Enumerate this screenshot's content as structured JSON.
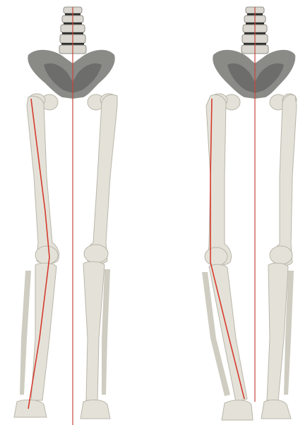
{
  "image": {
    "subject": "skeleton-lower-limbs",
    "panels": [
      {
        "id": "left",
        "posture": "neutral",
        "accent_line_color": "#d63b2f"
      },
      {
        "id": "right",
        "posture": "varus",
        "accent_line_color": "#d63b2f"
      }
    ]
  },
  "colors": {
    "background": "#ffffff",
    "bone": "#e4e2d8",
    "bone_outline": "#b9b6aa",
    "pelvis_shadow": "#6d6d6b",
    "reference_line": "#d63b2f"
  }
}
